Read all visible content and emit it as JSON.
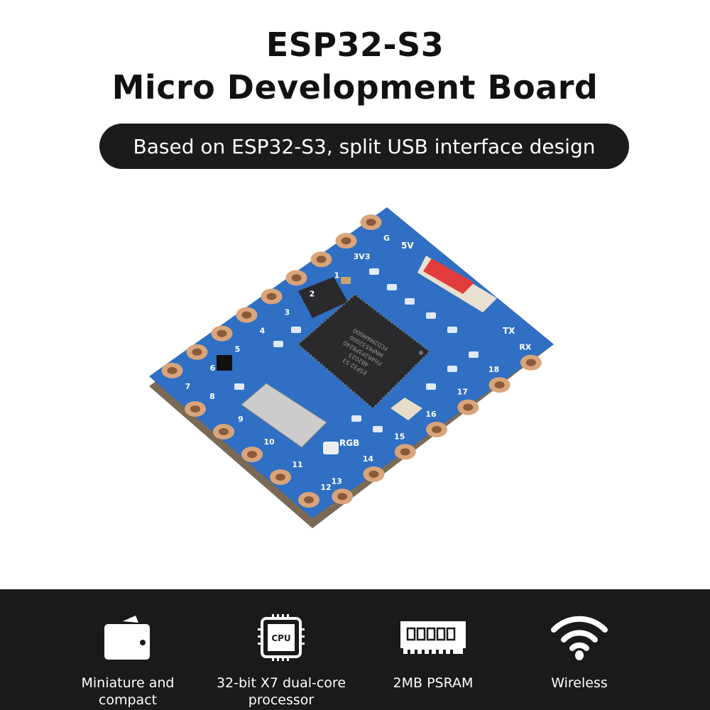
{
  "header": {
    "title_line1": "ESP32-S3",
    "title_line2": "Micro Development Board",
    "subtitle": "Based on ESP32-S3, split USB interface design"
  },
  "board": {
    "chip_marking": [
      "ESP32-S3",
      "4B2023",
      "FH4R2P3P8240",
      "MNP6532000",
      "FC02MAM000"
    ],
    "pins_top_left": [
      "G",
      "3V3",
      "1",
      "2",
      "3",
      "4",
      "5",
      "6",
      "7"
    ],
    "pins_bottom_left": [
      "8",
      "9",
      "10",
      "11",
      "12"
    ],
    "pins_bottom_right": [
      "13",
      "14",
      "15",
      "16",
      "17",
      "18",
      "RX"
    ],
    "labels": {
      "tx": "TX",
      "five_v": "5V",
      "rgb": "RGB"
    },
    "colors": {
      "pcb": "#2f6fc4",
      "pad": "#d9a47a",
      "chip": "#2a2a2c",
      "antenna": "#e23c3c"
    }
  },
  "features": [
    {
      "icon": "wallet-icon",
      "label_line1": "Miniature and",
      "label_line2": "compact"
    },
    {
      "icon": "cpu-icon",
      "icon_text": "CPU",
      "label_line1": "32-bit X7 dual-core",
      "label_line2": "processor"
    },
    {
      "icon": "memory-icon",
      "label_line1": "2MB PSRAM",
      "label_line2": ""
    },
    {
      "icon": "wifi-icon",
      "label_line1": "Wireless",
      "label_line2": ""
    }
  ]
}
